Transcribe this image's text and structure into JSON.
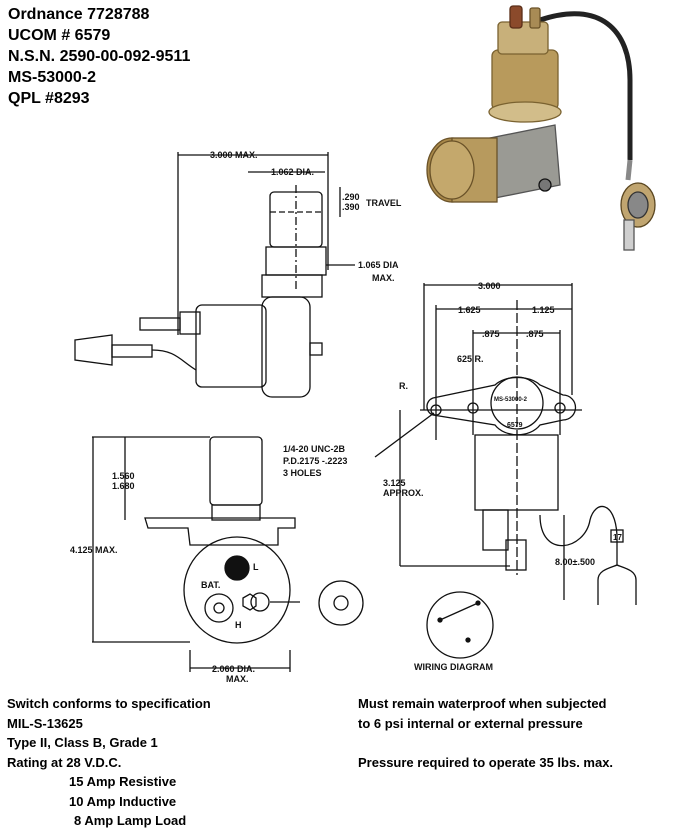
{
  "header": {
    "lines": [
      "Ordnance 7728788",
      "UCOM # 6579",
      "N.S.N. 2590-00-092-9511",
      "MS-53000-2",
      "QPL #8293"
    ]
  },
  "drawing": {
    "side_view": {
      "overall_width": "3.000 MAX.",
      "plunger_dia": "1.062 DIA.",
      "travel_min": ".290",
      "travel_max": ".390",
      "travel_label": "TRAVEL",
      "body_dia": "1.065 DIA",
      "body_dia_max": "MAX."
    },
    "top_view": {
      "overall_width": "3.000",
      "left_offset": "1.625",
      "right_offset": "1.125",
      "hole_left": ".875",
      "hole_right": ".875",
      "radius_large": "625 R.",
      "radius_small": "R.",
      "plate_marking": "MS-53000-2",
      "plate_number": "6579",
      "height": "3.125",
      "height_note": "APPROX.",
      "lead_length": "8.00±.500",
      "lead_tag": "17"
    },
    "thread_note": [
      "1/4-20 UNC-2B",
      "P.D.2175 -.2223",
      "3 HOLES"
    ],
    "front_view": {
      "stroke_min": "1.560",
      "stroke_max": "1.680",
      "overall_height": "4.125 MAX.",
      "dia": "2.060 DIA.",
      "dia_max": "MAX.",
      "terminal_bat": "BAT.",
      "terminal_l": "L",
      "terminal_h": "H"
    },
    "wiring_label": "WIRING DIAGRAM"
  },
  "specs_left": {
    "line1": "Switch conforms to specification",
    "line2": "MIL-S-13625",
    "line3": "Type II, Class B, Grade 1",
    "line4": "Rating at 28 V.D.C.",
    "line5": "15 Amp Resistive",
    "line6": "10 Amp Inductive",
    "line7": "8 Amp Lamp Load"
  },
  "specs_right": {
    "line1": "Must remain waterproof when subjected",
    "line2": "to 6 psi internal or external pressure",
    "line3": "Pressure required to operate 35 lbs. max."
  }
}
